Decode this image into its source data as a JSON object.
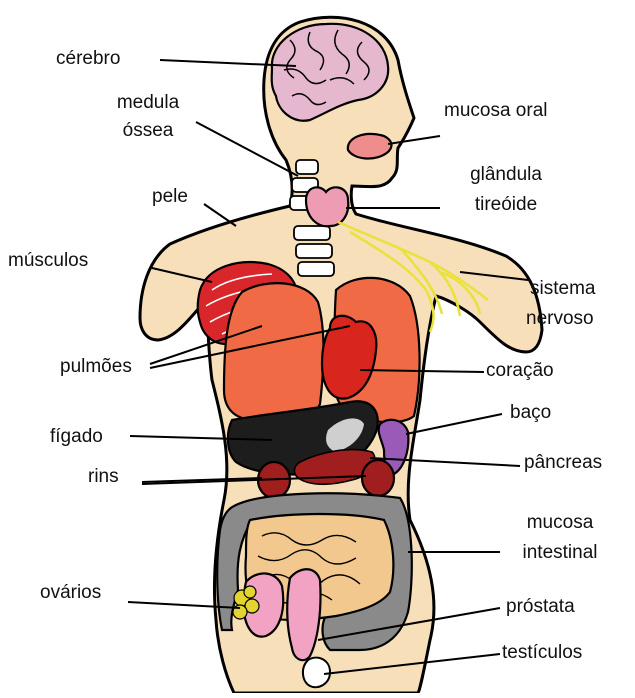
{
  "colors": {
    "skin": "#f7dfb9",
    "outline": "#000000",
    "brain": "#e6b8d0",
    "lung": "#ef6a45",
    "heart": "#d8261e",
    "muscle": "#d8262a",
    "liver": "#1d1d1d",
    "spleen": "#9a5ab8",
    "kidney": "#a01e1e",
    "intestine": "#f2c88e",
    "colon": "#8a8a8a",
    "thyroid": "#ee9cb3",
    "nerve": "#e8e23a",
    "ovary": "#e2d431",
    "prostate": "#f2a3c3",
    "mucosa_oral": "#ef8c8c"
  },
  "labels": {
    "cerebro": "cérebro",
    "medula_1": "medula",
    "medula_2": "óssea",
    "pele": "pele",
    "musculos": "músculos",
    "pulmoes": "pulmões",
    "figado": "fígado",
    "rins": "rins",
    "ovarios": "ovários",
    "mucosa_oral": "mucosa oral",
    "glandula_1": "glândula",
    "glandula_2": "tireóide",
    "sistema_1": "sistema",
    "sistema_2": "nervoso",
    "coracao": "coração",
    "baco": "baço",
    "pancreas": "pâncreas",
    "mucosa_int_1": "mucosa",
    "mucosa_int_2": "intestinal",
    "prostata": "próstata",
    "testiculos": "testículos"
  }
}
